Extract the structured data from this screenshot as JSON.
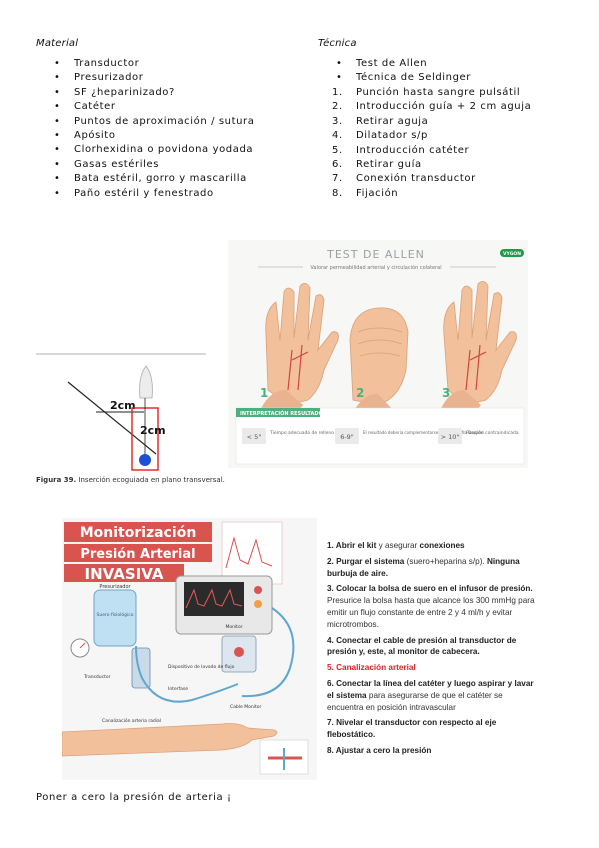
{
  "material": {
    "title": "Material",
    "items": [
      "Transductor",
      "Presurizador",
      "SF ¿heparinizado?",
      "Catéter",
      "Puntos de aproximación / sutura",
      "Apósito",
      "Clorhexidina o povidona yodada",
      "Gasas estériles",
      "Bata estéril, gorro y mascarilla",
      "Paño estéril y fenestrado"
    ]
  },
  "tecnica": {
    "title": "Técnica",
    "bullets": [
      "Test de Allen",
      "Técnica de Seldinger"
    ],
    "steps": [
      {
        "n": "1.",
        "t": "Punción hasta sangre pulsátil"
      },
      {
        "n": "2.",
        "t": "Introducción guía + 2 cm aguja"
      },
      {
        "n": "3.",
        "t": "Retirar aguja"
      },
      {
        "n": "4.",
        "t": "Dilatador s/p"
      },
      {
        "n": "5.",
        "t": "Introducción catéter"
      },
      {
        "n": "6.",
        "t": "Retirar guía"
      },
      {
        "n": "7.",
        "t": "Conexión transductor"
      },
      {
        "n": "8.",
        "t": "Fijación"
      }
    ]
  },
  "allen": {
    "title": "TEST DE ALLEN",
    "subtitle": "Valorar permeabilidad arterial y circulación colateral",
    "logo": "VYGON",
    "results_title": "INTERPRETACIÓN RESULTADOS",
    "results": [
      {
        "value": "< 5\"",
        "text": "Tiempo adecuado de relleno vascular"
      },
      {
        "value": "6-9\"",
        "text": "El resultado debería complementarse con Ecografía Doppler"
      },
      {
        "value": "> 10\"",
        "text": "Punción contraindicada"
      }
    ],
    "step_numbers": [
      "1",
      "2",
      "3"
    ]
  },
  "ultrasound": {
    "label_h": "2cm",
    "label_v": "2cm",
    "caption_bold": "Figura 39.",
    "caption_text": " Inserción ecoguiada en plano transversal."
  },
  "poster": {
    "title1": "Monitorización",
    "title2": "Presión Arterial",
    "title3": "INVASIVA",
    "labels": {
      "presurizador": "Presurizador",
      "transductor": "Transductor",
      "dispositivo": "Dispositivo de lavado de flujo",
      "monitor": "Monitor",
      "interfase": "Interfase",
      "cable": "Cable Monitor",
      "canalizacion": "Canalización arteria radial",
      "suero": "Suero fisiológico"
    }
  },
  "steps": [
    {
      "hl": "1. Abrir el kit",
      "rest": " y asegurar ",
      "hl2": "conexiones",
      "red": false
    },
    {
      "hl": "2. Purgar el sistema",
      "rest": " (suero+heparina s/p). ",
      "hl2": "Ninguna burbuja de aire.",
      "red": false
    },
    {
      "hl": "3. Colocar la bolsa de suero en el infusor de presión.",
      "rest": " Presurice la bolsa hasta que alcance los 300 mmHg para emitir un flujo constante de entre 2 y 4 ml/h y evitar microtrombos.",
      "hl2": "",
      "red": false
    },
    {
      "hl": "4. Conectar el cable de presión al transductor de presión y, este, al monitor de cabecera.",
      "rest": "",
      "hl2": "",
      "red": false
    },
    {
      "hl": "5. Canalización arterial",
      "rest": "",
      "hl2": "",
      "red": true
    },
    {
      "hl": "6. Conectar la línea del catéter y luego aspirar y lavar el sistema",
      "rest": " para asegurarse de que el catéter se encuentra en posición intravascular",
      "hl2": "",
      "red": false
    },
    {
      "hl": "7. Nivelar el transductor con respecto al eje flebostático.",
      "rest": "",
      "hl2": "",
      "red": false
    },
    {
      "hl": "8. Ajustar a cero la presión",
      "rest": "",
      "hl2": "",
      "red": false
    }
  ],
  "bottom": "Poner a cero la presión de arteria ¡",
  "colors": {
    "poster_red": "#d9534f",
    "allen_green": "#4caf7d",
    "step_red": "#d3232a"
  }
}
